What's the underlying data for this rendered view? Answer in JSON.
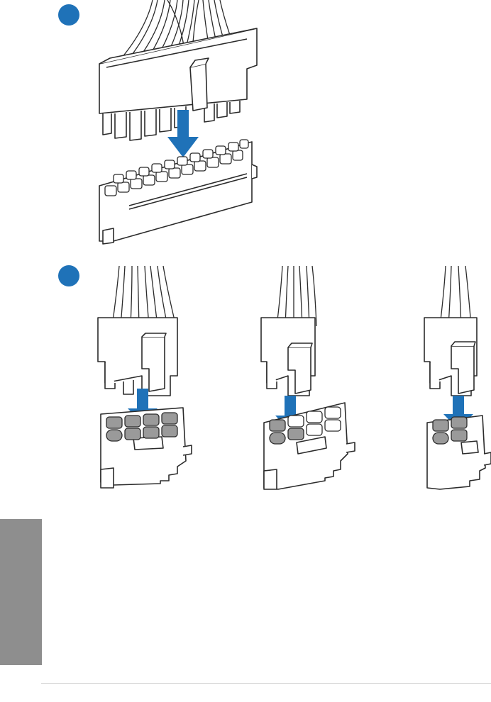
{
  "colors": {
    "arrow": "#1f72b8",
    "step_badge": "#1f72b8",
    "outline": "#2b2b2b",
    "pin_fill": "#9a9a9a",
    "side_tab": "#8e8e8e",
    "footer_rule": "#cccccc",
    "background": "#ffffff"
  },
  "steps": [
    {
      "badge": "blue-circle"
    },
    {
      "badge": "blue-circle"
    }
  ],
  "connectors": {
    "main_24pin": {
      "pin_count": 24
    },
    "eight_pin_atx": {
      "pin_count": 8
    },
    "eight_pin_eps": {
      "pin_count": 8
    },
    "four_pin": {
      "pin_count": 4
    }
  }
}
